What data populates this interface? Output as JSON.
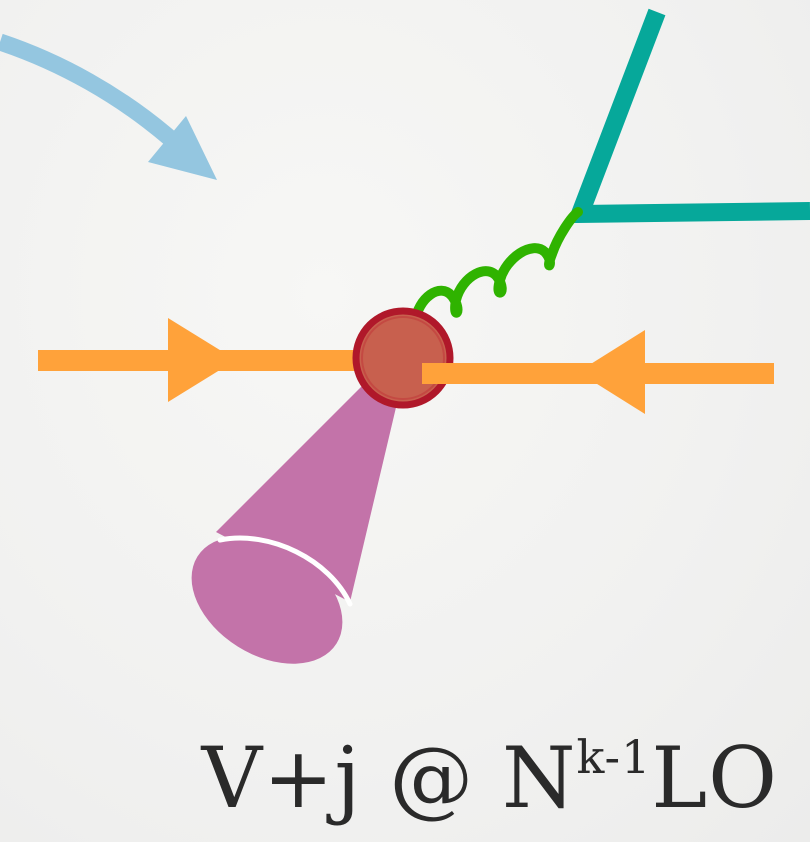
{
  "caption": {
    "main": "V+j @ N",
    "superscript": "k-1",
    "suffix": "LO"
  },
  "colors": {
    "incoming_arrow": "#94c6e0",
    "quark_lines": "#ffa23a",
    "vertex_fill": "#c8604e",
    "vertex_ring": "#b0182a",
    "gluon": "#2fb300",
    "lepton_pair": "#06a89a",
    "jet_cone": "#c373a9"
  }
}
